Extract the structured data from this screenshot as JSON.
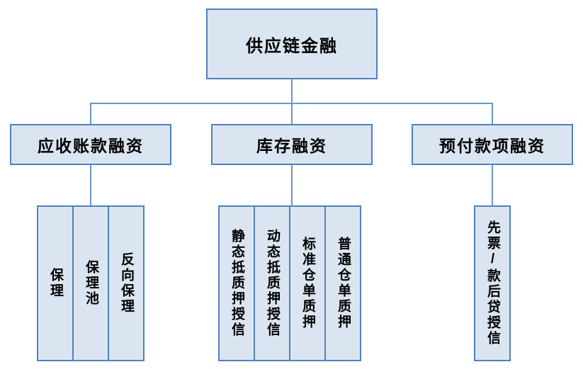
{
  "diagram": {
    "root_label": "供应链金融",
    "branches": [
      {
        "label": "应收账款融资",
        "children": [
          {
            "label": "保理"
          },
          {
            "label": "保理池"
          },
          {
            "label": "反向保理"
          }
        ]
      },
      {
        "label": "库存融资",
        "children": [
          {
            "label": "静态抵质押授信"
          },
          {
            "label": "动态抵质押授信"
          },
          {
            "label": "标准仓单质押"
          },
          {
            "label": "普通仓单质押"
          }
        ]
      },
      {
        "label": "预付款项融资",
        "children": [
          {
            "label": "先票/款后贷授信"
          }
        ]
      }
    ]
  },
  "colors": {
    "fill": "#dbe5f1",
    "border": "#4f81bd",
    "line": "#6a96c8",
    "text": "#000000",
    "bg": "#ffffff"
  }
}
